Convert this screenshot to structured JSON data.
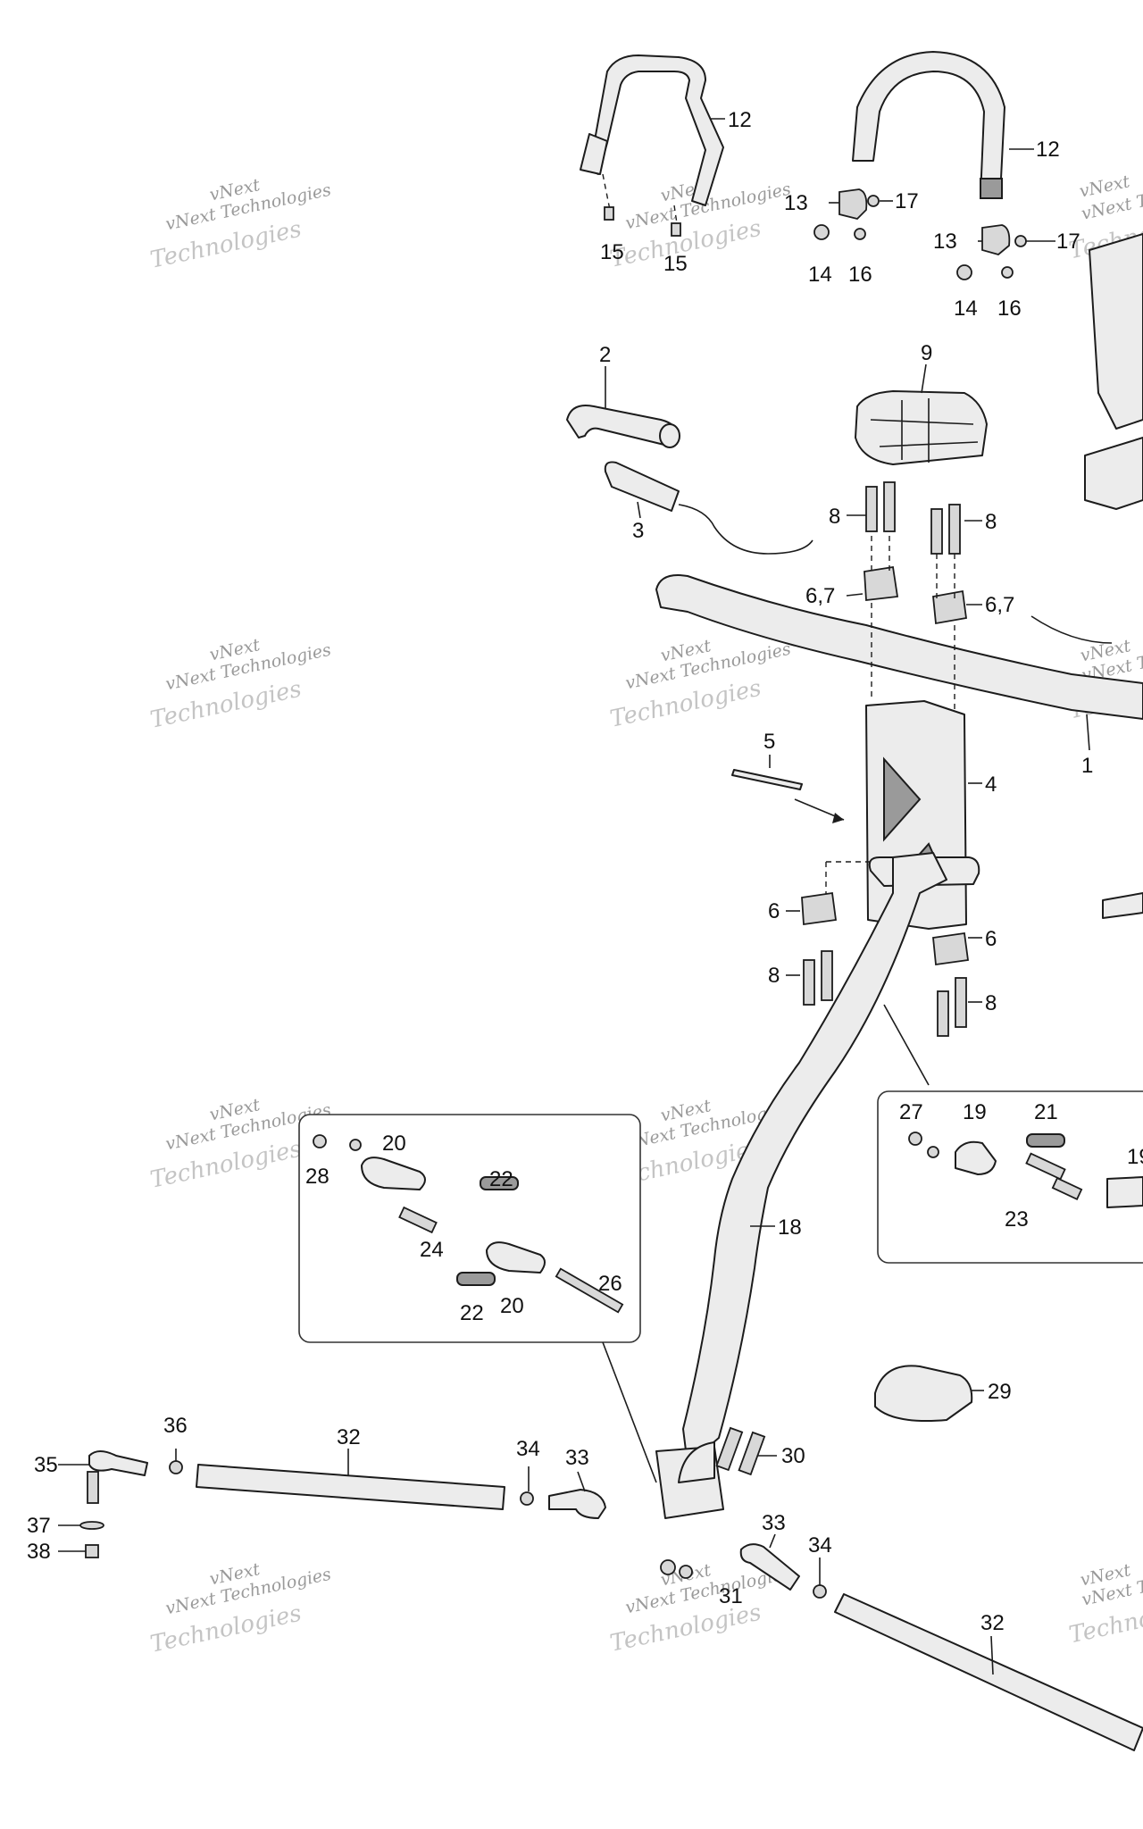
{
  "watermark": {
    "line1": "vNext",
    "line2": "vNext Technologies",
    "line3": "Technologies"
  },
  "callouts": {
    "c1": "1",
    "c2": "2",
    "c3": "3",
    "c4": "4",
    "c5": "5",
    "c6": "6",
    "c67": "6,7",
    "c8": "8",
    "c9": "9",
    "c12": "12",
    "c13": "13",
    "c14": "14",
    "c15": "15",
    "c16": "16",
    "c17": "17",
    "c18": "18",
    "c19": "19",
    "c20": "20",
    "c21": "21",
    "c22": "22",
    "c23": "23",
    "c24": "24",
    "c26": "26",
    "c27": "27",
    "c28": "28",
    "c29": "29",
    "c30": "30",
    "c31": "31",
    "c32": "32",
    "c33": "33",
    "c34": "34",
    "c35": "35",
    "c36": "36",
    "c37": "37",
    "c38": "38"
  }
}
